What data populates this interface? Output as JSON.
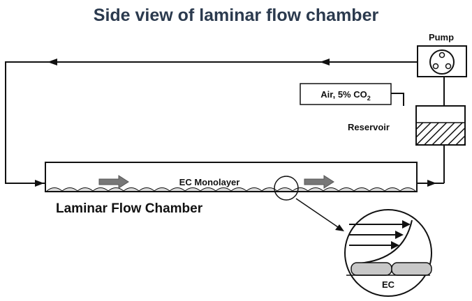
{
  "title": "Side view of laminar flow chamber",
  "labels": {
    "pump": "Pump",
    "air": "Air, 5% CO",
    "air_subscript": "2",
    "reservoir": "Reservoir",
    "ec_monolayer": "EC Monolayer",
    "chamber": "Laminar Flow Chamber",
    "ec": "EC"
  },
  "colors": {
    "title": "#2b3a4e",
    "line": "#111111",
    "flow_arrow": "#777777",
    "cell_fill": "#dcdcdc",
    "inset_cell_fill": "#c8c8c8"
  }
}
